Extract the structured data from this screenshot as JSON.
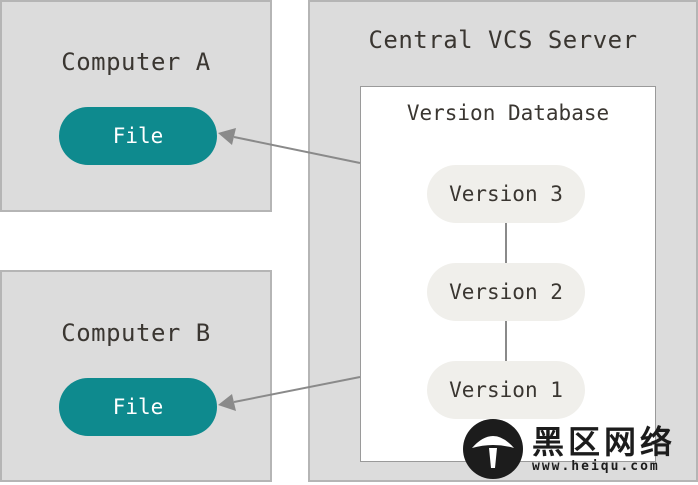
{
  "computer_a": {
    "title": "Computer A",
    "file_label": "File"
  },
  "computer_b": {
    "title": "Computer B",
    "file_label": "File"
  },
  "server": {
    "title": "Central VCS Server",
    "database": {
      "title": "Version Database",
      "versions": [
        "Version 3",
        "Version 2",
        "Version 1"
      ]
    }
  },
  "watermark": {
    "title": "黑区网络",
    "url": "www.heiqu.com"
  },
  "colors": {
    "box_fill": "#dcdcdc",
    "box_border": "#b5b5b5",
    "file_pill": "#0e8a8e",
    "version_pill": "#f0efeb",
    "arrow": "#8a8a8a"
  },
  "icons": {
    "watermark_logo": "mushroom-logo-icon"
  }
}
